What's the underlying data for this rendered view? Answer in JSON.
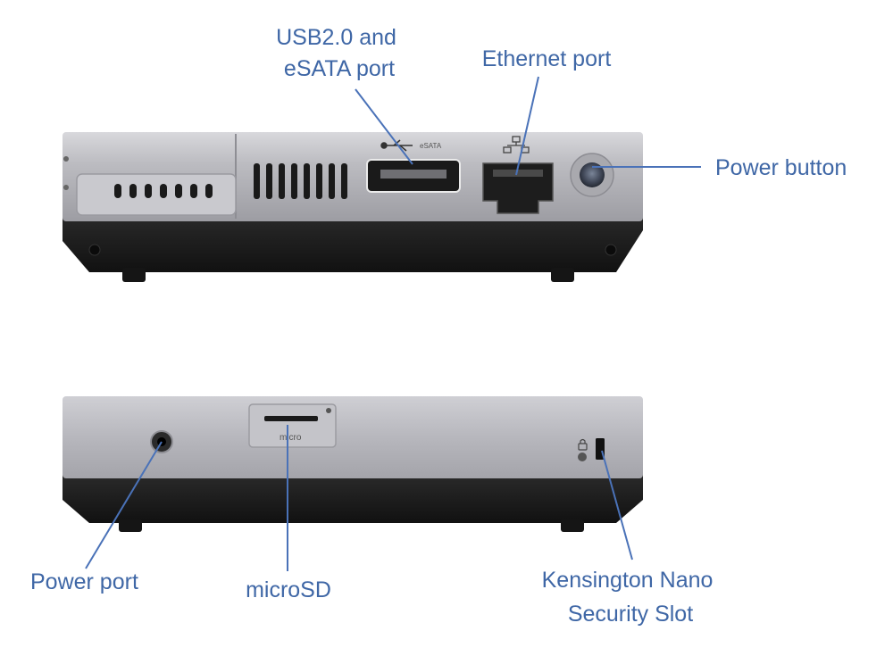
{
  "figure": {
    "top_view": {
      "callouts": {
        "usb_esata": [
          "USB2.0 and",
          "eSATA port"
        ],
        "ethernet": "Ethernet port",
        "power_button": "Power button"
      },
      "port_text": {
        "esata_mark": "eSATA"
      }
    },
    "bottom_view": {
      "callouts": {
        "power_port": "Power port",
        "microsd": "microSD",
        "kensington": [
          "Kensington Nano",
          "Security Slot"
        ]
      },
      "port_text": {
        "micro_mark": "micro"
      }
    },
    "colors": {
      "callout_text": "#3f67a6",
      "leader_line": "#4a72b8",
      "chassis_silver": "#b9b9be",
      "chassis_black": "#1c1c1c"
    }
  }
}
